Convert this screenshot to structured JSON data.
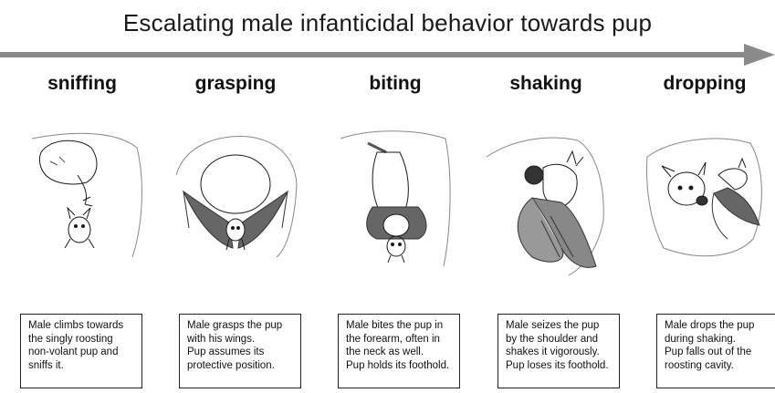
{
  "title": "Escalating male infanticidal behavior towards pup",
  "stages": [
    {
      "label": "sniffing",
      "description": [
        "Male climbs towards",
        "the singly roosting",
        "non-volant pup and",
        "sniffs it."
      ]
    },
    {
      "label": "grasping",
      "description": [
        "Male grasps the pup",
        "with his wings.",
        "Pup assumes its",
        "protective position."
      ]
    },
    {
      "label": "biting",
      "description": [
        "Male bites the pup in",
        "the forearm, often in",
        "the neck as well.",
        "Pup holds its foothold."
      ]
    },
    {
      "label": "shaking",
      "description": [
        "Male seizes the pup",
        "by the shoulder and",
        "shakes it vigorously.",
        "Pup loses its foothold."
      ]
    },
    {
      "label": "dropping",
      "description": [
        "Male drops the pup",
        "during shaking.",
        "Pup falls out of the",
        "roosting cavity."
      ]
    }
  ],
  "colors": {
    "arrow": "#8a8a8a",
    "ink": "#1a1a1a",
    "wing": "#555555"
  }
}
